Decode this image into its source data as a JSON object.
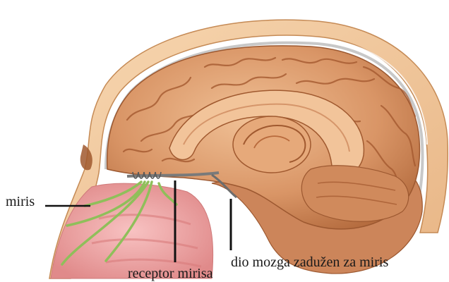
{
  "labels": {
    "smell": "miris",
    "receptor": "receptor mirisa",
    "brain_region": "dio mozga zadužen za miris"
  },
  "colors": {
    "skull": "#f3c99b",
    "skull_edge": "#c58a55",
    "brain": "#d89363",
    "brain_light": "#ecb58a",
    "brain_dark": "#a65e36",
    "nasal": "#f2a7a7",
    "nerve": "#8fbf5a",
    "leader_line": "#111111"
  }
}
